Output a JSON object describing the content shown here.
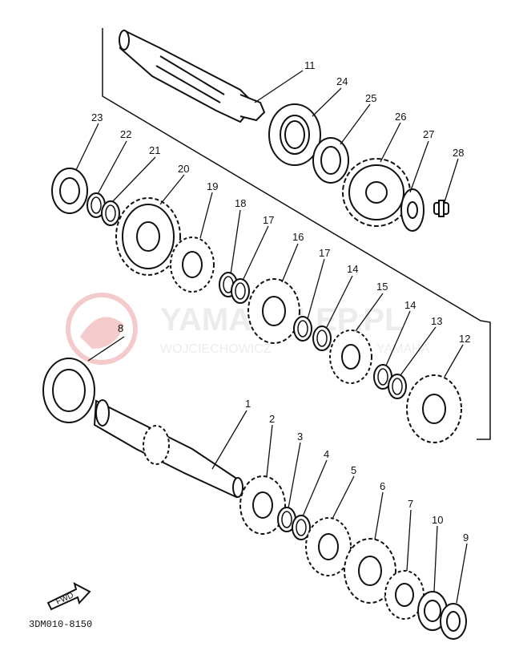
{
  "watermark": {
    "brand": "YAMASKLEP.PL",
    "subline": "WOJCIECHOWICZ",
    "subline_end": "YAMAHA",
    "color": "#e8a0a0"
  },
  "fwd_label": "FWD",
  "diagram_code": "3DM010-8150",
  "callouts": {
    "n1": "1",
    "n2": "2",
    "n3": "3",
    "n4": "4",
    "n5": "5",
    "n6": "6",
    "n7": "7",
    "n8": "8",
    "n9": "9",
    "n10": "10",
    "n11": "11",
    "n12": "12",
    "n13": "13",
    "n14a": "14",
    "n14b": "14",
    "n15": "15",
    "n16": "16",
    "n17a": "17",
    "n17b": "17",
    "n18": "18",
    "n19": "19",
    "n20": "20",
    "n21": "21",
    "n22": "22",
    "n23": "23",
    "n24": "24",
    "n25": "25",
    "n26": "26",
    "n27": "27",
    "n28": "28"
  }
}
